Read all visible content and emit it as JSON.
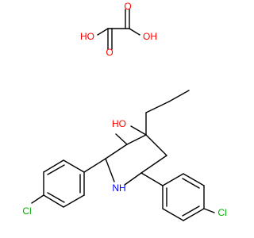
{
  "colors": {
    "bond": "#000000",
    "oxygen": "#ff0000",
    "nitrogen": "#0000ff",
    "chlorine": "#00b000",
    "carbon_label": "#000000",
    "background": "#ffffff"
  },
  "atoms": {
    "oxalic_ho_left": "HO",
    "oxalic_oh_right": "OH",
    "oxalic_o_top": "O",
    "oxalic_o_bottom": "O",
    "hydroxyl": "HO",
    "amine": "NH",
    "chloro_left": "Cl",
    "chloro_right": "Cl"
  }
}
